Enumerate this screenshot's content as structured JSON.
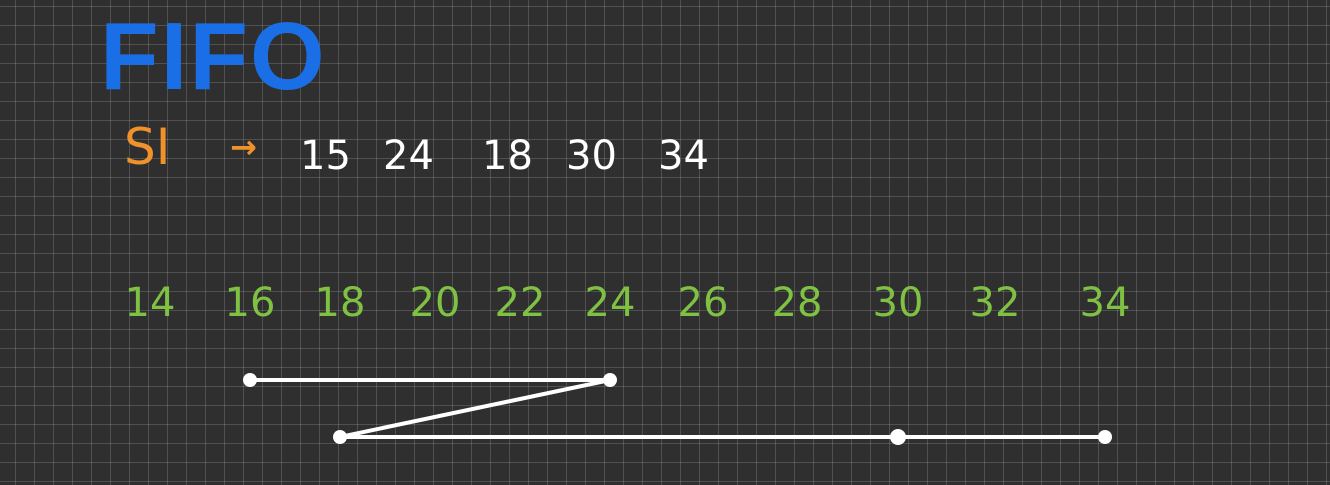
{
  "title": "FIFO",
  "sequence": {
    "label": "SI",
    "arrow": "→",
    "items": [
      "15",
      "24",
      "18",
      "30",
      "34"
    ]
  },
  "axis": {
    "ticks": [
      "14",
      "16",
      "18",
      "20",
      "22",
      "24",
      "26",
      "28",
      "30",
      "32",
      "34"
    ]
  },
  "path": {
    "start": 16,
    "visits": [
      24,
      18,
      30,
      34
    ]
  },
  "colors": {
    "title": "#1a6fe6",
    "label": "#f0922c",
    "ticks": "#7fc243",
    "text": "#ffffff",
    "path": "#ffffff"
  }
}
